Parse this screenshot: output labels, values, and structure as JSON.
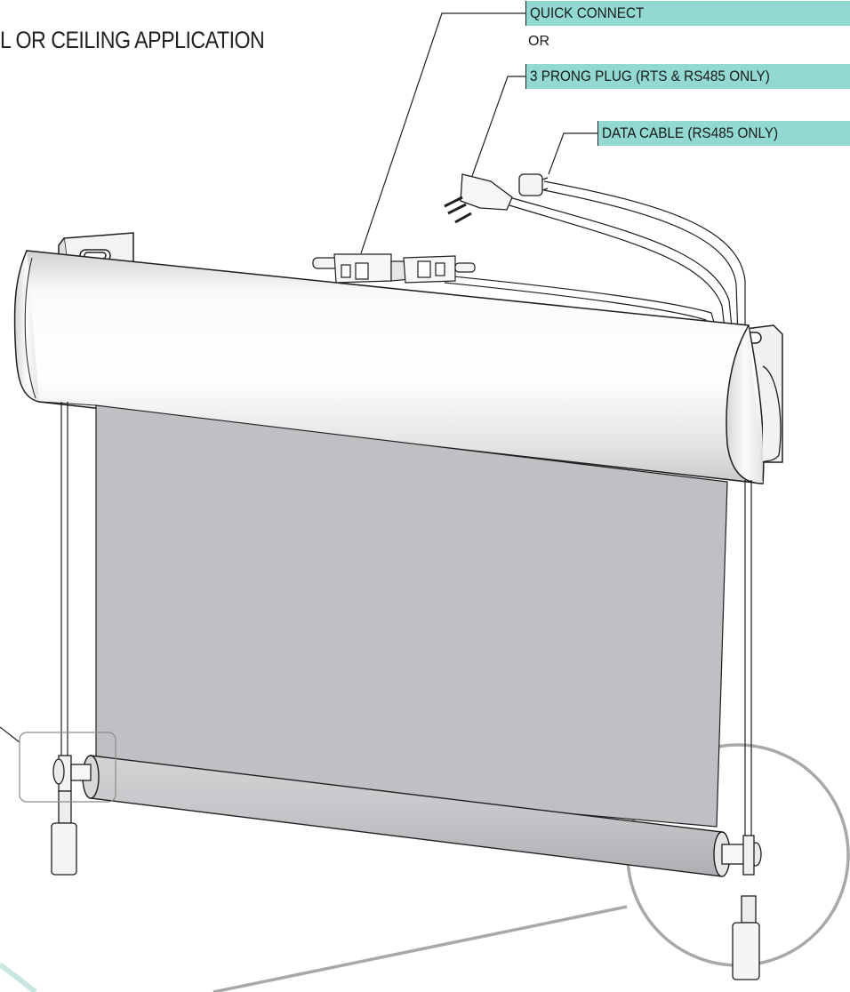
{
  "title": "L OR CEILING APPLICATION",
  "callouts": {
    "quick_connect": "QUICK CONNECT",
    "or": "OR",
    "three_prong_plug": "3 PRONG PLUG (RTS & RS485 ONLY)",
    "data_cable": "DATA CABLE (RS485 ONLY)"
  },
  "colors": {
    "callout_fill": "#92d9d2",
    "fabric": "#bfc0c4",
    "line": "#1e1e1e",
    "detail_circle": "#a8a8a8"
  }
}
